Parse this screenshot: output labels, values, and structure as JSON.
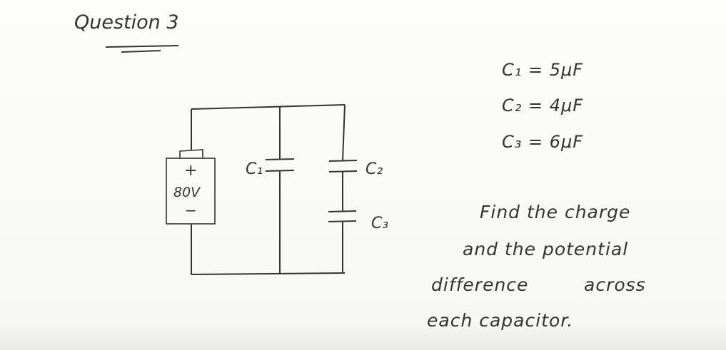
{
  "title": "Question 3",
  "circuit": {
    "battery": {
      "plus_sign": "+",
      "voltage_label": "80V",
      "minus_sign": "−"
    },
    "capacitor_labels": {
      "c1": "C₁",
      "c2": "C₂",
      "c3": "C₃"
    }
  },
  "values": {
    "c1": "C₁ = 5μF",
    "c2": "C₂ = 4μF",
    "c3": "C₃ = 6μF"
  },
  "question": {
    "line1": "Find the charge",
    "line2": "and the potential",
    "line3a": "difference",
    "line3b": "across",
    "line4": "each capacitor."
  }
}
